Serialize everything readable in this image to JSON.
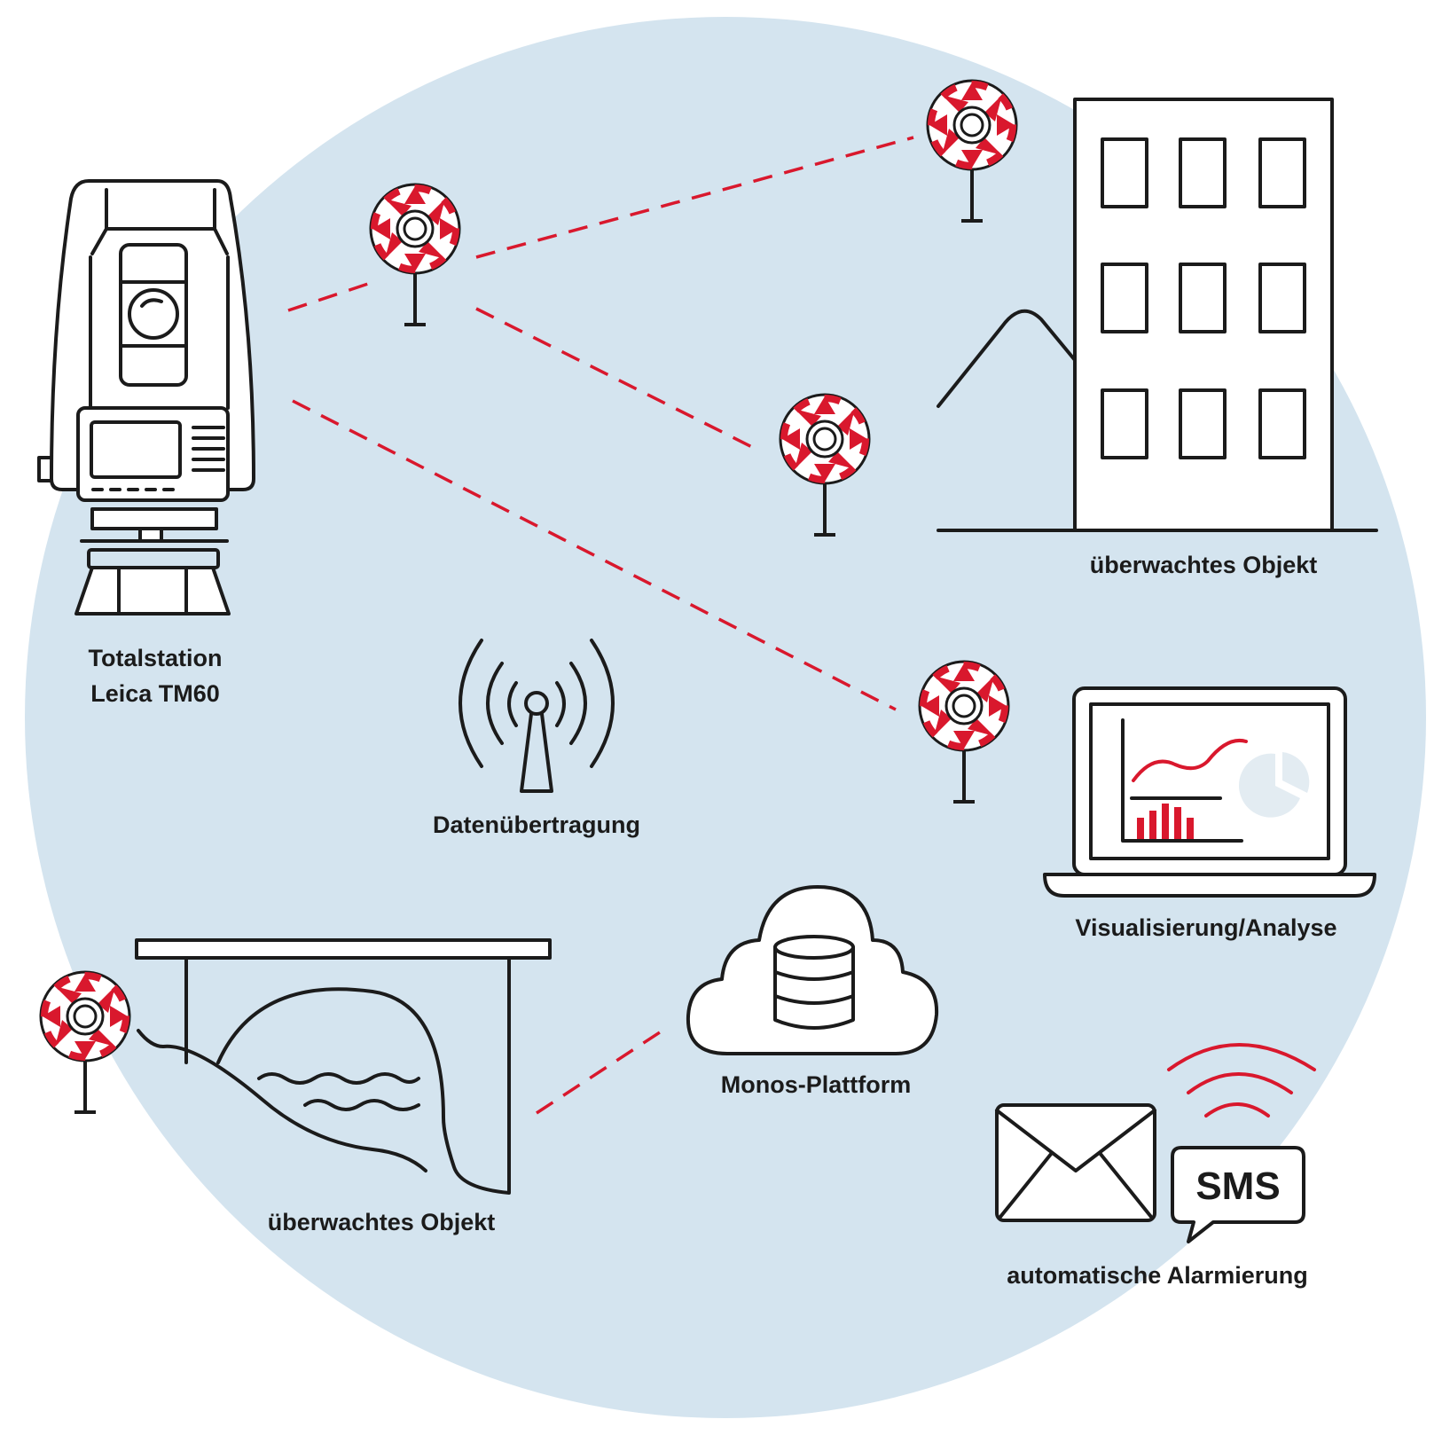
{
  "labels": {
    "totalstation_line1": "Totalstation",
    "totalstation_line2": "Leica TM60",
    "building_object": "überwachtes Objekt",
    "data_transmission": "Datenübertragung",
    "visualization": "Visualisierung/Analyse",
    "platform": "Monos-Plattform",
    "bridge_object": "überwachtes Objekt",
    "alarm": "automatische Alarmierung",
    "sms": "SMS"
  },
  "colors": {
    "background_circle": "#d4e4ef",
    "accent_red": "#d9182d",
    "outline": "#1b1b1b",
    "chart_grey": "#e3ecf2"
  },
  "icons": [
    "total-station-icon",
    "prism-target-icon",
    "building-icon",
    "mountain-icon",
    "antenna-icon",
    "laptop-icon",
    "cloud-database-icon",
    "bridge-icon",
    "envelope-icon",
    "sms-bubble-icon"
  ]
}
